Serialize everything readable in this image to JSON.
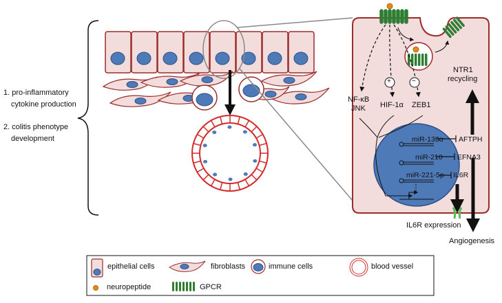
{
  "outcomes": {
    "item1_line1": "1. pro-inflammatory",
    "item1_line2": "cytokine production",
    "item2_line1": "2. colitis phenotype",
    "item2_line2": "development"
  },
  "pathway": {
    "nfkb": "NF-κB",
    "jnk": "JNK",
    "hif": "HIF-1α",
    "zeb": "ZEB1",
    "plus": "+",
    "minus": "−",
    "ntr1_line1": "NTR1",
    "ntr1_line2": "recycling"
  },
  "mirnas": [
    {
      "name": "miR-133α",
      "target": "AFTPH"
    },
    {
      "name": "miR-210",
      "target": "EFNA3"
    },
    {
      "name": "miR-221-5p",
      "target": "IL6R"
    }
  ],
  "results": {
    "il6r_expression": "IL6R expression",
    "angiogenesis": "Angiogenesis"
  },
  "legend": {
    "epithelial": "epithelial cells",
    "fibroblasts": "fibroblasts",
    "immune": "immune cells",
    "blood_vessel": "blood vessel",
    "neuropeptide": "neuropeptide",
    "gpcr": "GPCR"
  },
  "colors": {
    "cell_border": "#9b2b2b",
    "cell_fill": "#f2dcdc",
    "nucleus": "#4f7ab8",
    "nucleus_stroke": "#2d4f86",
    "vessel": "#d42a2a",
    "gpcr": "#2e7d32",
    "neuropeptide": "#e38a1c",
    "il6r_receptor": "#5cb85c"
  }
}
